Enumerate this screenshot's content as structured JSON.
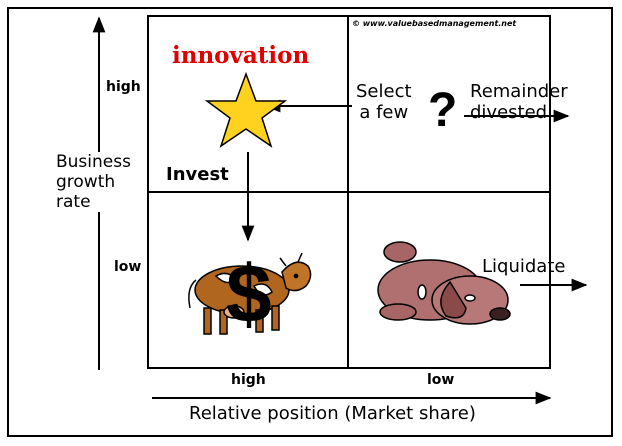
{
  "watermark": "© www.valuebasedmanagement.net",
  "quadrants": {
    "top_left_title": "innovation",
    "invest_label": "Invest",
    "select_label": "Select\na few",
    "question_mark": "?",
    "remainder_label": "Remainder\ndivested",
    "liquidate_label": "Liquidate",
    "dollar_sign": "$"
  },
  "y_axis": {
    "title": "Business\ngrowth\nrate",
    "high": "high",
    "low": "low"
  },
  "x_axis": {
    "title": "Relative position (Market share)",
    "high": "high",
    "low": "low"
  },
  "icons": [
    "star-icon",
    "cow-icon",
    "dog-icon",
    "question-mark-icon"
  ],
  "colors": {
    "title_red": "#e00000",
    "star_fill": "#ffd21f",
    "cow_brown": "#b0661e",
    "dog_pink": "#b07070",
    "line": "#000000"
  }
}
